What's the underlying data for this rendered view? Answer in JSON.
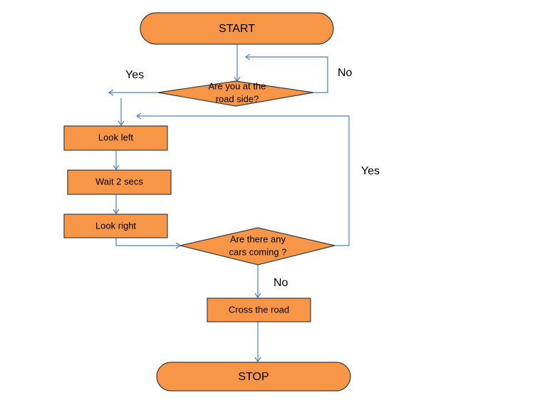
{
  "nodes": {
    "start": "START",
    "decision_roadside": [
      "Are you at the",
      "road side?"
    ],
    "look_left": "Look left",
    "wait": "Wait 2 secs",
    "look_right": "Look right",
    "decision_cars": [
      "Are there any",
      "cars coming ?"
    ],
    "cross": "Cross the road",
    "stop": "STOP"
  },
  "edge_labels": {
    "roadside_yes": "Yes",
    "roadside_no": "No",
    "cars_yes": "Yes",
    "cars_no": "No"
  },
  "colors": {
    "shape_fill": "#f79646",
    "connector": "#4f81bd"
  }
}
